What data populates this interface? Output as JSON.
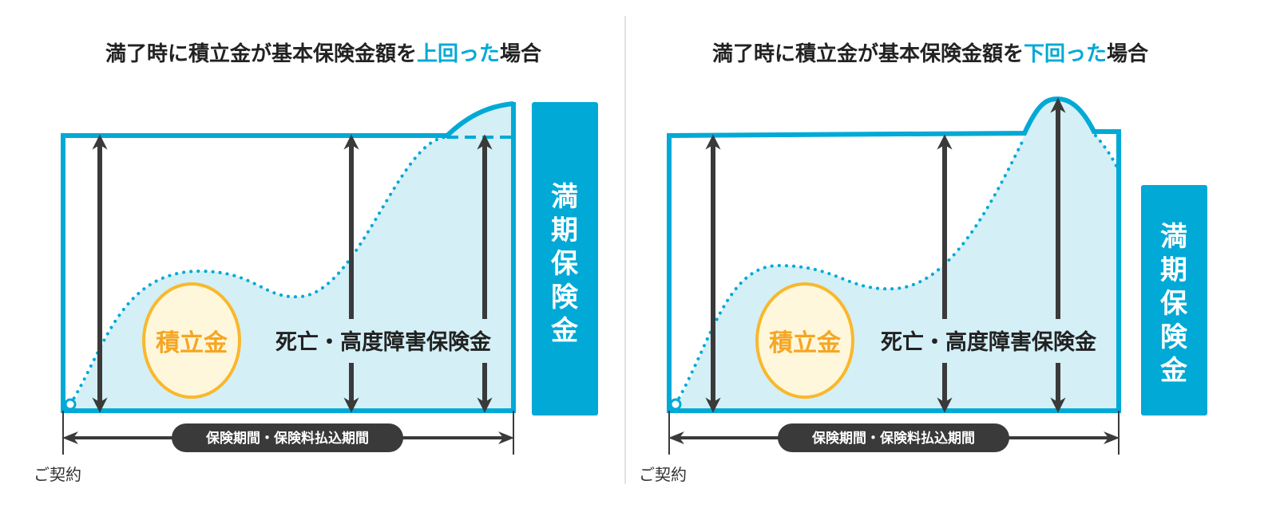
{
  "colors": {
    "accent": "#00a9d6",
    "fill": "#d4eff6",
    "arrow": "#3a3a3a",
    "fund_stroke": "#f9b82c",
    "fund_fill": "#fff7dc",
    "fund_text": "#f5a623"
  },
  "panels": [
    {
      "title_prefix": "満了時に積立金が基本保険金額を",
      "title_highlight": "上回った",
      "title_suffix": "場合",
      "fund_label": "積立金",
      "death_label": "死亡・高度障害保険金",
      "maturity_chars": [
        "満",
        "期",
        "保",
        "険",
        "金"
      ],
      "period_label": "保険期間・保険料払込期間",
      "start_label": "ご契約"
    },
    {
      "title_prefix": "満了時に積立金が基本保険金額を",
      "title_highlight": "下回った",
      "title_suffix": "場合",
      "fund_label": "積立金",
      "death_label": "死亡・高度障害保険金",
      "maturity_chars": [
        "満",
        "期",
        "保",
        "険",
        "金"
      ],
      "period_label": "保険期間・保険料払込期間",
      "start_label": "ご契約"
    }
  ]
}
